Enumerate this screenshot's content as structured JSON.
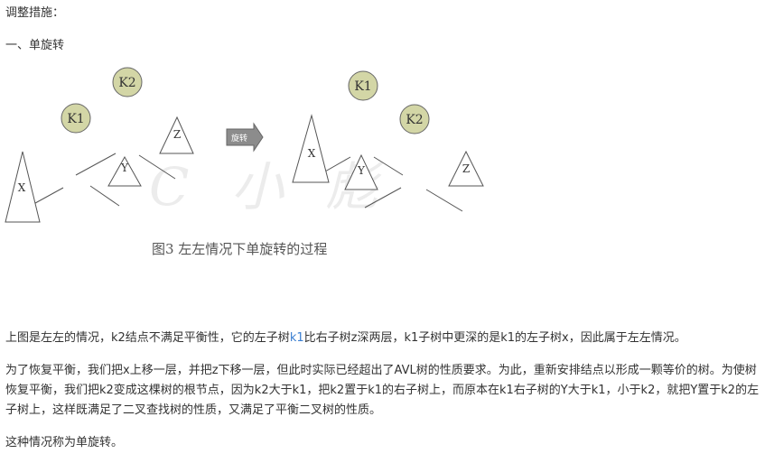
{
  "heading": "调整措施：",
  "section_title": "一、单旋转",
  "watermark_text": "C 小 彪",
  "diagram": {
    "left_tree": {
      "root": "K2",
      "child": "K1",
      "subtree_x": "X",
      "subtree_y": "Y",
      "subtree_z": "Z"
    },
    "arrow_label": "旋转",
    "right_tree": {
      "root": "K1",
      "child": "K2",
      "subtree_x": "X",
      "subtree_y": "Y",
      "subtree_z": "Z"
    },
    "node_fill": "#d3d6a6",
    "node_stroke": "#666666",
    "arrow_fill": "#8c8c8c"
  },
  "caption": "图3  左左情况下单旋转的过程",
  "paragraph1": {
    "before": "上图是左左的情况，k2结点不满足平衡性，它的左子树",
    "highlight": "k1",
    "after": "比右子树z深两层，k1子树中更深的是k1的左子树x，因此属于左左情况。"
  },
  "paragraph2": "为了恢复平衡，我们把x上移一层，并把z下移一层，但此时实际已经超出了AVL树的性质要求。为此，重新安排结点以形成一颗等价的树。为使树恢复平衡，我们把k2变成这棵树的根节点，因为k2大于k1，把k2置于k1的右子树上，而原本在k1右子树的Y大于k1，小于k2，就把Y置于k2的左子树上，这样既满足了二叉查找树的性质，又满足了平衡二叉树的性质。",
  "paragraph3": "这种情况称为单旋转。"
}
